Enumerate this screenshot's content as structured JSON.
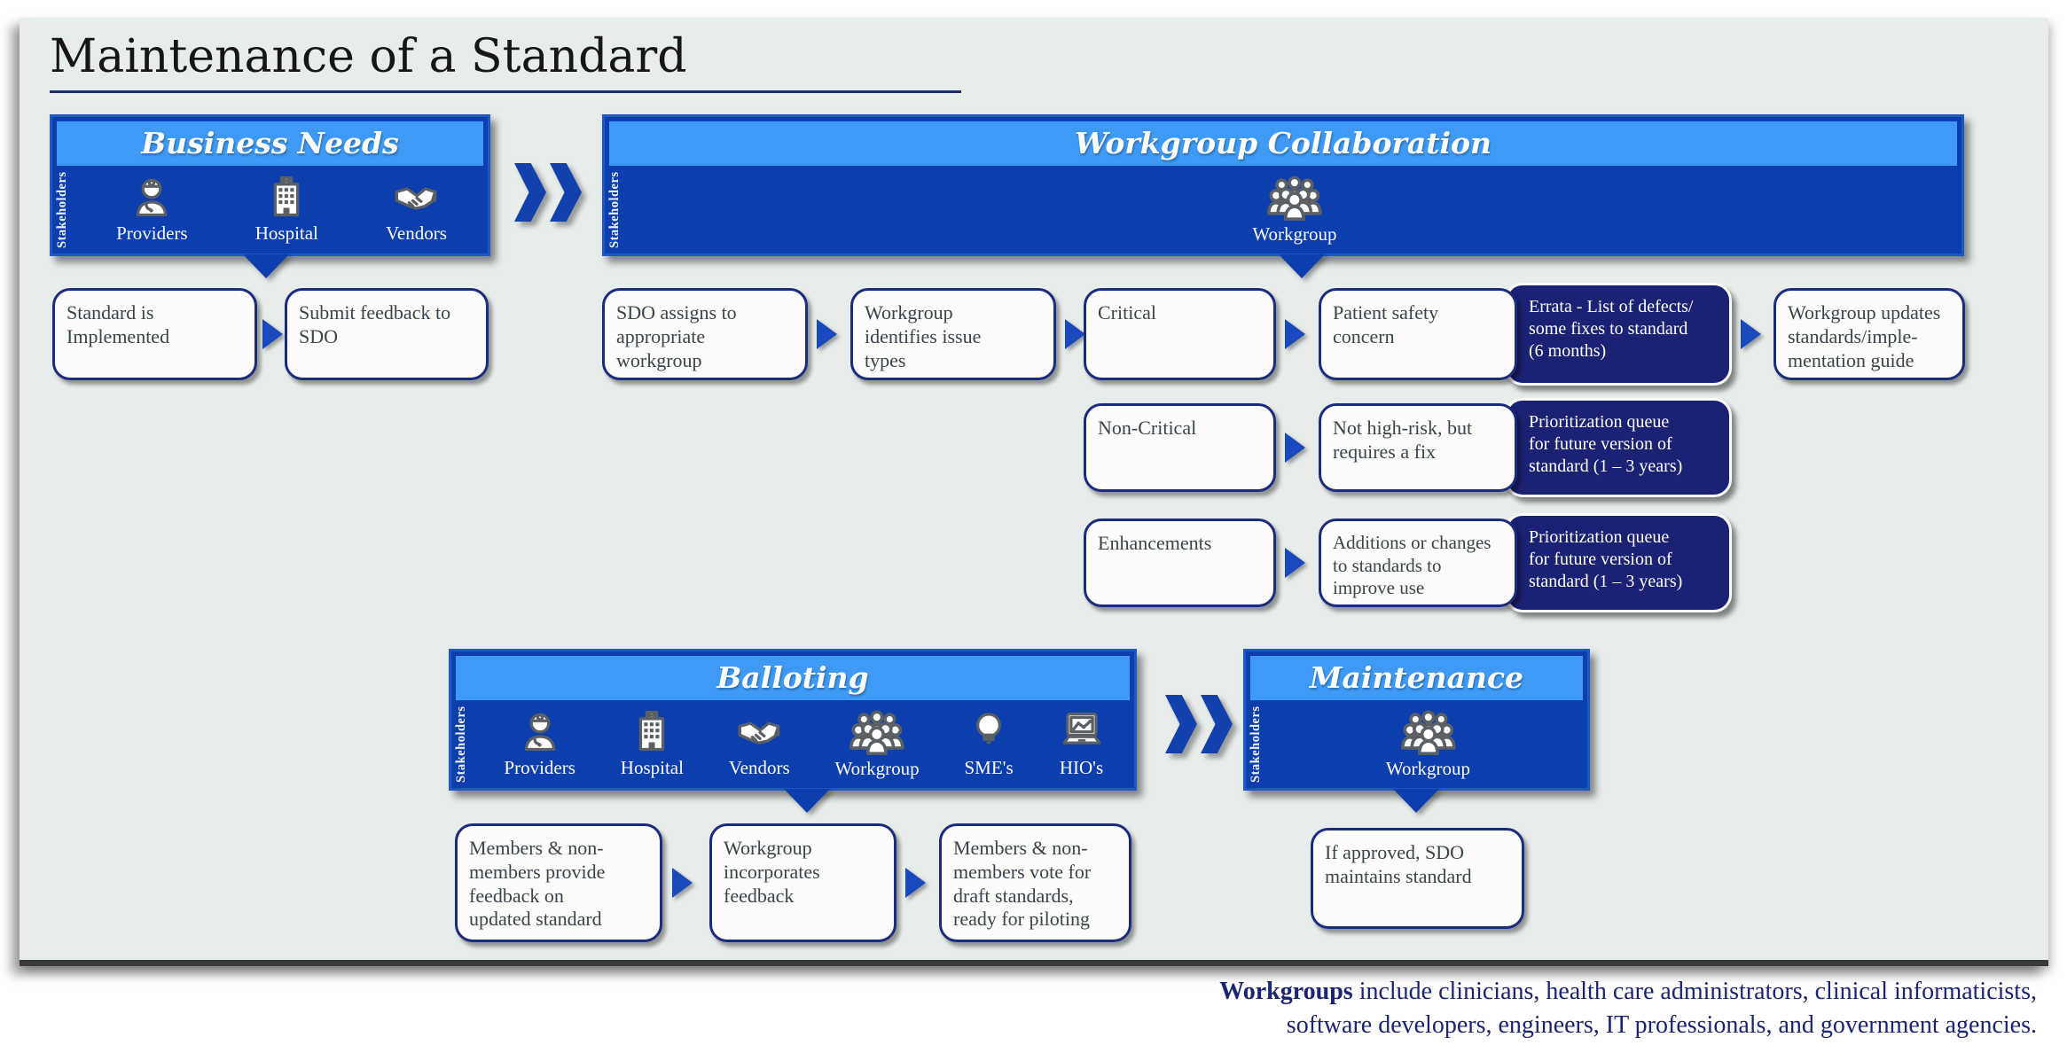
{
  "title": "Maintenance of a Standard",
  "colors": {
    "panel_blue": "#0C3EAE",
    "header_light_blue": "#3E9AF4",
    "dark_box_navy": "#1B2273",
    "box_border_navy": "#1B2B7E",
    "arrow_blue": "#1A49BE",
    "canvas_background": "#E7EDEB",
    "footer_navy": "#1B2473",
    "box_text": "#39444C"
  },
  "panels": {
    "business_needs": {
      "title": "Business Needs",
      "side_label": "Stakeholders",
      "stakeholders": [
        {
          "label": "Providers",
          "icon": "provider-icon"
        },
        {
          "label": "Hospital",
          "icon": "hospital-icon"
        },
        {
          "label": "Vendors",
          "icon": "handshake-icon"
        }
      ]
    },
    "workgroup_collaboration": {
      "title": "Workgroup Collaboration",
      "side_label": "Stakeholders",
      "stakeholders": [
        {
          "label": "Workgroup",
          "icon": "workgroup-icon"
        }
      ]
    },
    "balloting": {
      "title": "Balloting",
      "side_label": "Stakeholders",
      "stakeholders": [
        {
          "label": "Providers",
          "icon": "provider-icon"
        },
        {
          "label": "Hospital",
          "icon": "hospital-icon"
        },
        {
          "label": "Vendors",
          "icon": "handshake-icon"
        },
        {
          "label": "Workgroup",
          "icon": "workgroup-icon"
        },
        {
          "label": "SME's",
          "icon": "lightbulb-icon"
        },
        {
          "label": "HIO's",
          "icon": "laptop-chart-icon"
        }
      ]
    },
    "maintenance": {
      "title": "Maintenance",
      "side_label": "Stakeholders",
      "stakeholders": [
        {
          "label": "Workgroup",
          "icon": "workgroup-icon"
        }
      ]
    }
  },
  "boxes": {
    "standard_implemented": "Standard is\nImplemented",
    "submit_feedback": "Submit feedback to\nSDO",
    "sdo_assigns": "SDO assigns to\nappropriate\nworkgroup",
    "workgroup_identifies": "Workgroup\nidentifies issue\ntypes",
    "critical": "Critical",
    "patient_safety": "Patient safety\nconcern",
    "errata": "Errata - List of defects/\nsome fixes to standard\n(6 months)",
    "workgroup_updates": "Workgroup updates\nstandards/imple-\nmentation guide",
    "non_critical": "Non-Critical",
    "not_high_risk": "Not high-risk, but\nrequires a fix",
    "prioritization_non_critical": "Prioritization queue\nfor future version of\nstandard (1 – 3 years)",
    "enhancements": "Enhancements",
    "additions_changes": "Additions or changes\nto standards to\nimprove use",
    "prioritization_enhancements": "Prioritization queue\nfor future version of\nstandard (1 – 3 years)",
    "members_provide_feedback": "Members & non-\nmembers provide\nfeedback on\nupdated standard",
    "workgroup_incorporates": "Workgroup\nincorporates\nfeedback",
    "members_vote": "Members & non-\nmembers vote for\ndraft standards,\nready for piloting",
    "if_approved": "If approved, SDO\nmaintains standard"
  },
  "footer": {
    "bold": "Workgroups",
    "line1": " include clinicians, health care administrators, clinical informaticists,",
    "line2": "software developers, engineers, IT professionals, and government agencies."
  }
}
